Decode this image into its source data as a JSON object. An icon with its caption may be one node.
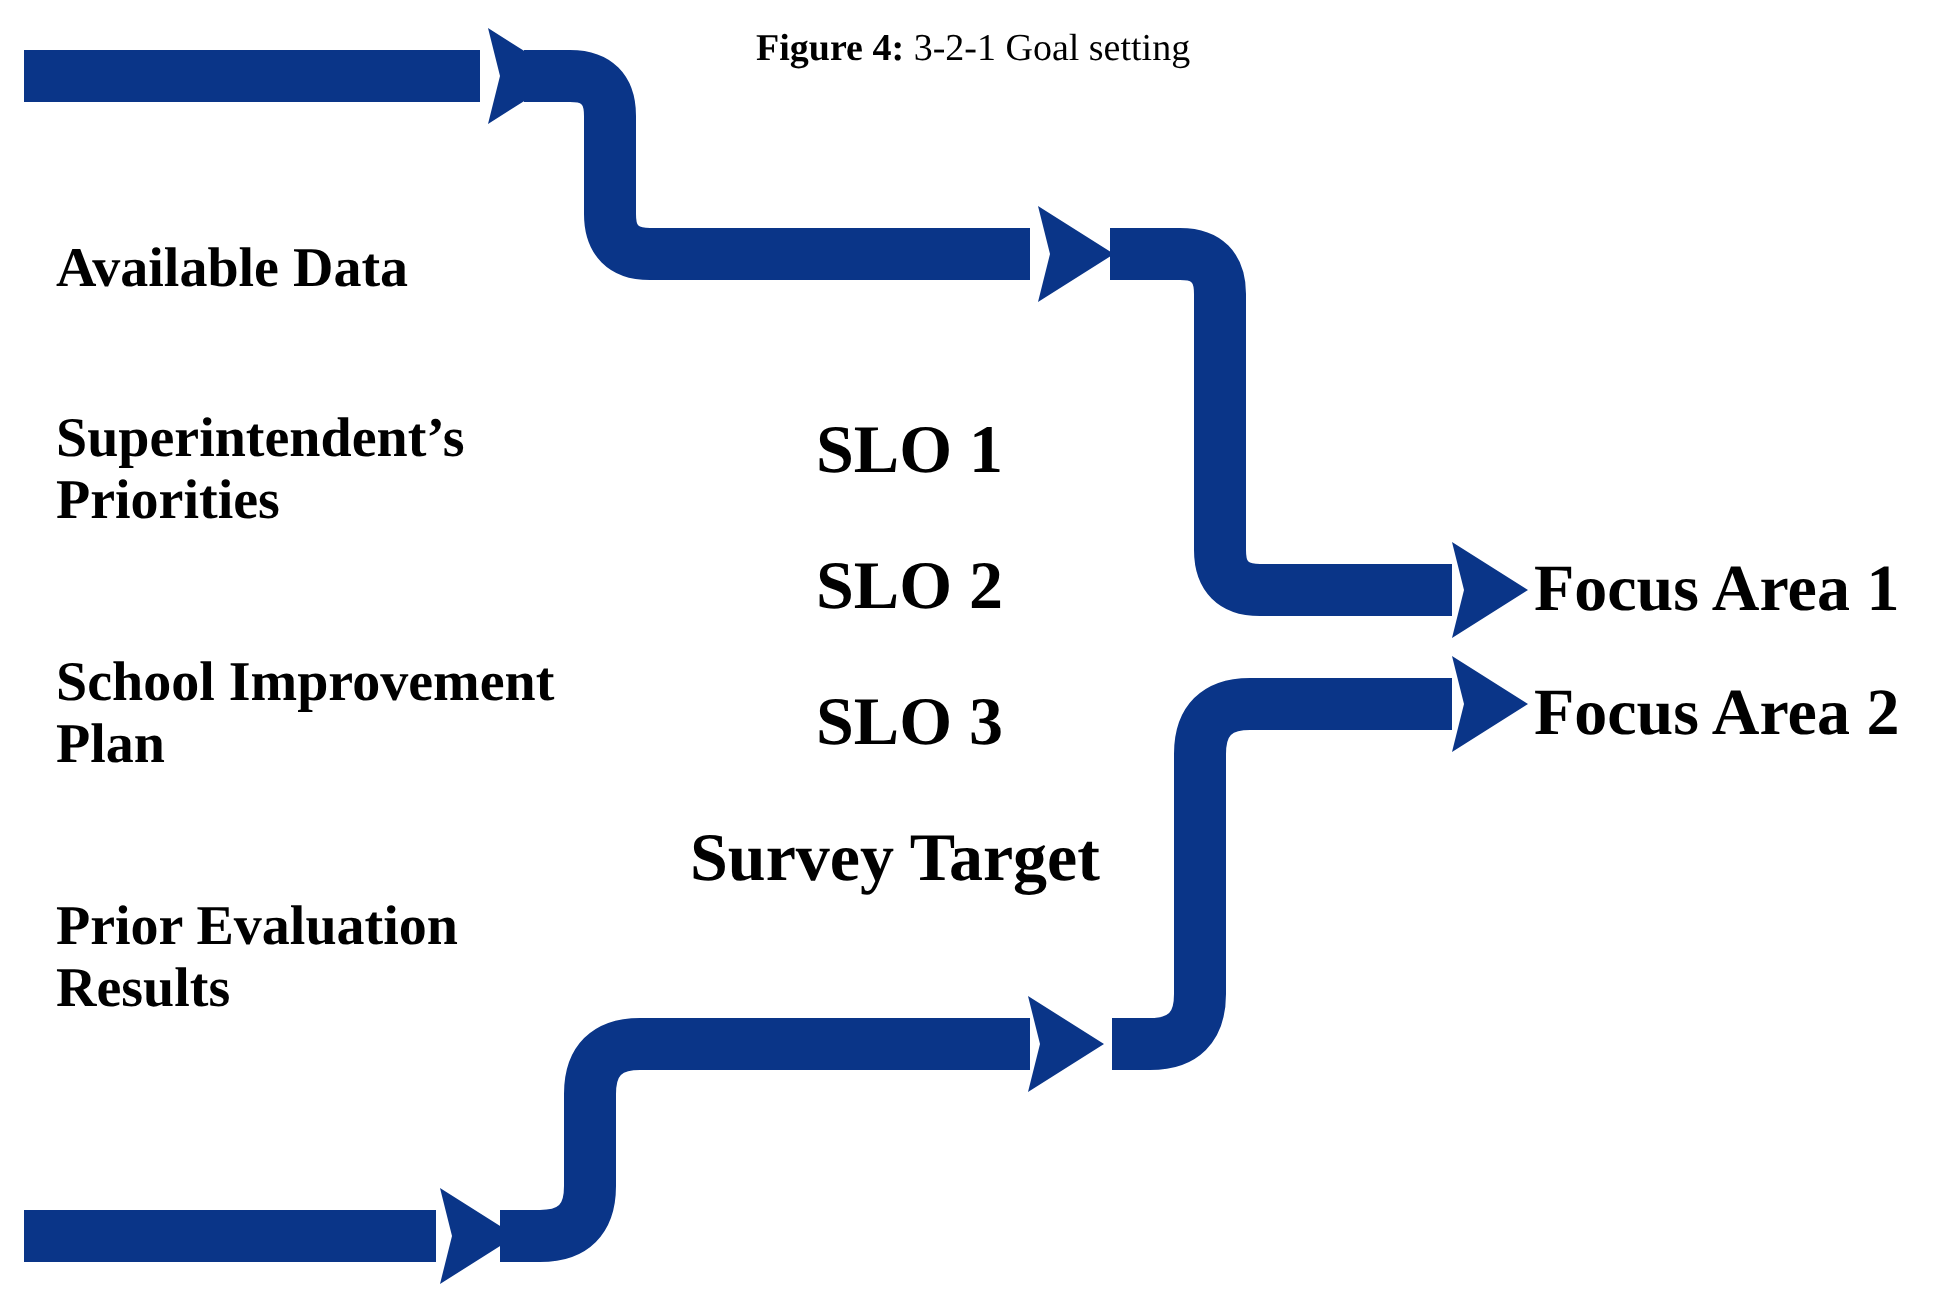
{
  "diagram": {
    "title": "**Figure 4:** 3-2-1 Goal setting",
    "labels": [
      "Available Data",
      "Superintendent’s Priorities",
      "School Improvement Plan",
      "Prior Evaluation Results",
      "SLO 1",
      "SLO 2",
      "SLO 3",
      "Survey Target",
      "Focus Area 1",
      "Focus Area 2"
    ]
  }
}
